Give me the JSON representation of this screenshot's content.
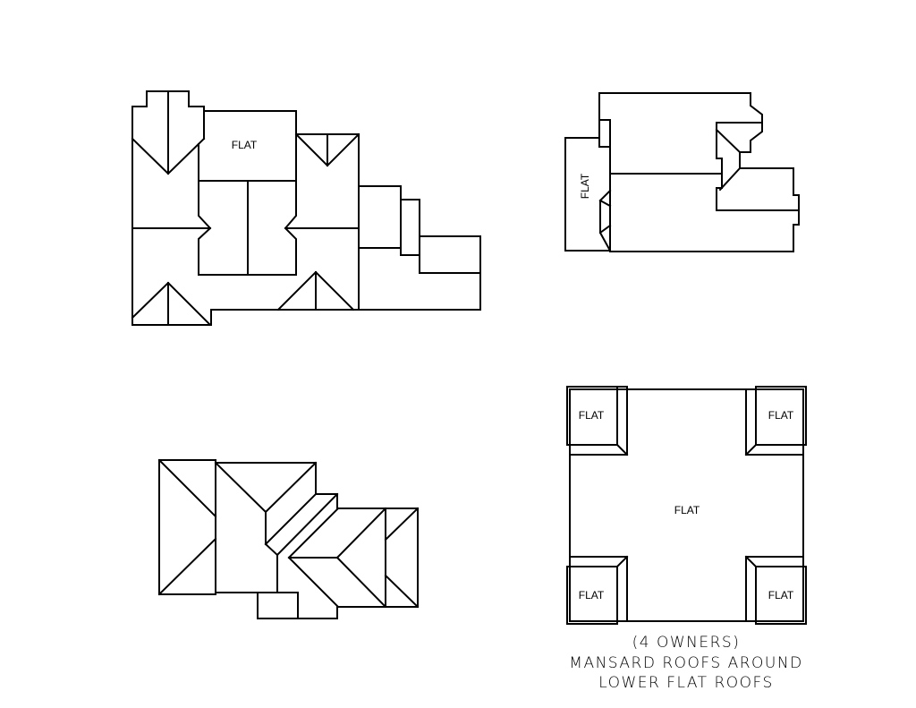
{
  "plans": {
    "plan_a": {
      "label": "FLAT"
    },
    "plan_b": {
      "label": "FLAT"
    },
    "plan_c": {},
    "plan_d": {
      "labels": [
        "FLAT",
        "FLAT",
        "FLAT",
        "FLAT",
        "FLAT"
      ],
      "caption": [
        "(4 OWNERS)",
        "MANSARD ROOFS AROUND",
        "LOWER FLAT ROOFS"
      ]
    }
  },
  "colors": {
    "line": "#000000",
    "background": "#ffffff"
  }
}
